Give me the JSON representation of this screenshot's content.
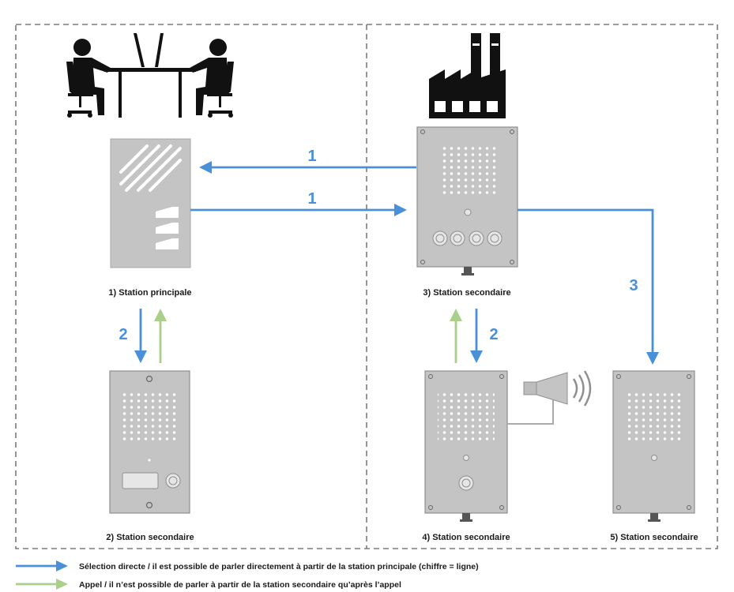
{
  "stations": {
    "s1": "1)  Station principale",
    "s2": "2)  Station secondaire",
    "s3": "3)  Station secondaire",
    "s4": "4)  Station secondaire",
    "s5": "5)  Station secondaire"
  },
  "arrow_numbers": {
    "a1_top": "1",
    "a1_bottom": "1",
    "a2_left": "2",
    "a2_right": "2",
    "a3": "3"
  },
  "legend": {
    "blue_text": "Sélection directe / il est possible de parler directement à partir de la station principale (chiffre = ligne)",
    "green_text": "Appel / il n’est possible de parler à partir de la station secondaire qu’après l’appel"
  },
  "colors": {
    "blue": "#4a90d9",
    "green": "#a9cf8a",
    "panel": "#c4c4c4",
    "panel_edge": "#8f8f8f",
    "dash": "#7a7a7a"
  },
  "icons": {
    "office": "office-workers-icon",
    "factory": "factory-icon",
    "horn": "loudspeaker-horn-icon"
  }
}
